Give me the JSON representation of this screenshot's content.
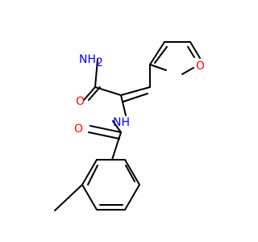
{
  "molecule": {
    "labels": {
      "amide_nh2": "NH",
      "amide_nh2_sub": "2",
      "amide_o": "O",
      "amide_nh": "NH",
      "benzoyl_o": "O",
      "furan_o": "O"
    },
    "colors": {
      "bond": "#000000",
      "nitrogen": "#0000FF",
      "oxygen": "#FF0000"
    }
  }
}
